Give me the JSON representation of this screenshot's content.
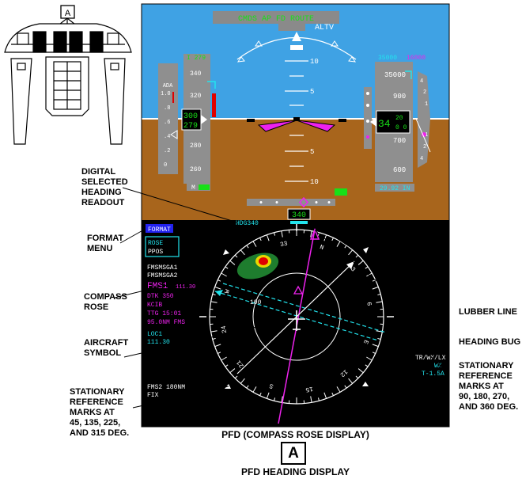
{
  "locator": {
    "label": "A"
  },
  "colors": {
    "sky": "#3fa2e4",
    "ground": "#a8651c",
    "green": "#18e018",
    "cyan": "#22e4ee",
    "magenta": "#ee22ee",
    "red": "#e00000",
    "tape": "#8f8f8f"
  },
  "pfd": {
    "fma_top": "CMDS AP FD ROUTE",
    "fma_altv": "ALTV",
    "speed_target": "I 279",
    "ada_label": "ADA",
    "ada_scale": [
      "1.0",
      ".8",
      ".6",
      ".4",
      ".2",
      "0"
    ],
    "speed_ticks": [
      "340",
      "320",
      "280",
      "260"
    ],
    "speed_box_top": "300",
    "speed_box_bottom": "279",
    "mach_label": "M",
    "pitch_labels": [
      "10",
      "5",
      "5",
      "10"
    ],
    "alt_selected": "35000",
    "alt_baro_target": "16000",
    "alt_ticks": [
      "35000",
      "900",
      "700",
      "600"
    ],
    "alt_box_main": "34",
    "alt_box_upper": "20",
    "alt_box_lower": "0 0",
    "vsi_ticks": [
      "4",
      "2",
      "1",
      "1",
      "2",
      "4"
    ],
    "baro_setting": "29.92 IN",
    "hdg_readout": "HDG340",
    "hdg_box": "340",
    "format_menu": "FORMAT",
    "rose_label": "ROSE",
    "ppos_label": "PPOS",
    "fms_line1": "FMSMSGA1",
    "fms_line2": "FMSMSGA2",
    "fms1_label": "FMS1",
    "fms1_freq": "111.30",
    "dtk": "DTK 350",
    "waypoint": "KCIB",
    "ttg": "TTG 15:01",
    "distance": "95.0NM FMS",
    "loc1_label": "LOC1",
    "loc1_freq": "111.30",
    "fms2_label": "FMS2 180NM",
    "fix_label": "FIX",
    "tr_wx_lx": "TR/WX/LX",
    "wx_label": "WX",
    "tilt_label": "T-1.5A",
    "range_label": "100",
    "compass_labels": [
      "33",
      "N",
      "3",
      "6",
      "E",
      "12",
      "15",
      "S",
      "21",
      "24",
      "W",
      "30"
    ]
  },
  "callouts": {
    "digital_heading": "DIGITAL\nSELECTED\nHEADING\nREADOUT",
    "format_menu": "FORMAT\nMENU",
    "compass_rose": "COMPASS\nROSE",
    "aircraft_symbol": "AIRCRAFT\nSYMBOL",
    "stationary_45": "STATIONARY\nREFERENCE\nMARKS AT\n45, 135, 225,\nAND 315 DEG.",
    "lubber_line": "LUBBER LINE",
    "heading_bug": "HEADING BUG",
    "stationary_90": "STATIONARY\nREFERENCE\nMARKS AT\n90, 180, 270,\nAND 360 DEG."
  },
  "captions": {
    "display": "PFD (COMPASS ROSE DISPLAY)",
    "section_letter": "A",
    "title": "PFD HEADING DISPLAY"
  }
}
